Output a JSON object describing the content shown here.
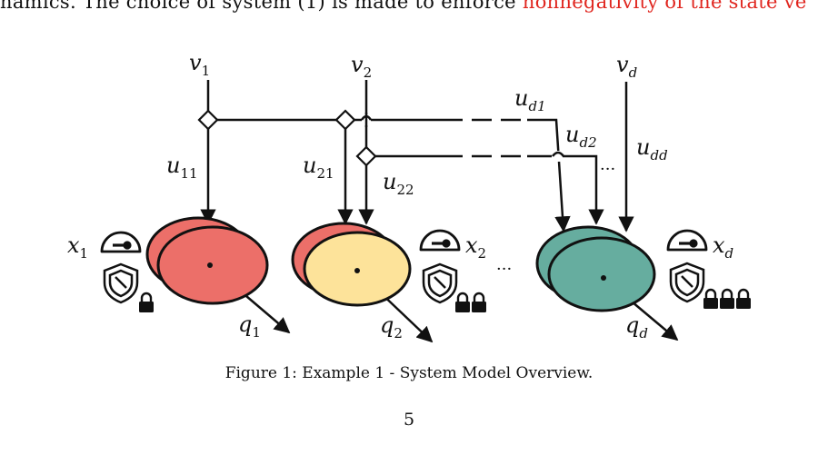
{
  "header_text": {
    "prefix": "namics.  The choice of system (1) is made to enforce ",
    "highlight": "nonnegativity of the state ve"
  },
  "figure": {
    "inputs": [
      {
        "base": "v",
        "sub": "1"
      },
      {
        "base": "v",
        "sub": "2"
      },
      {
        "base": "v",
        "sub": "d"
      }
    ],
    "controls": [
      {
        "base": "u",
        "sub": "11"
      },
      {
        "base": "u",
        "sub": "21"
      },
      {
        "base": "u",
        "sub": "22"
      },
      {
        "base": "u",
        "sub": "d1"
      },
      {
        "base": "u",
        "sub": "d2"
      },
      {
        "base": "u",
        "sub": "dd"
      }
    ],
    "states": [
      {
        "base": "x",
        "sub": "1"
      },
      {
        "base": "x",
        "sub": "2"
      },
      {
        "base": "x",
        "sub": "d"
      }
    ],
    "outputs": [
      {
        "base": "q",
        "sub": "1"
      },
      {
        "base": "q",
        "sub": "2"
      },
      {
        "base": "q",
        "sub": "d"
      }
    ],
    "ellipsis": "···",
    "colors": {
      "node1": "#ec6f69",
      "node2": "#fde39a",
      "node2_back": "#ec6f69",
      "nodeD": "#66ad9f",
      "stroke": "#111111"
    },
    "icons": [
      "gauge-icon",
      "shield-icon",
      "lock-icon"
    ],
    "lock_counts": [
      1,
      2,
      3
    ]
  },
  "caption": "Figure 1: Example 1 - System Model Overview.",
  "page_number": "5"
}
